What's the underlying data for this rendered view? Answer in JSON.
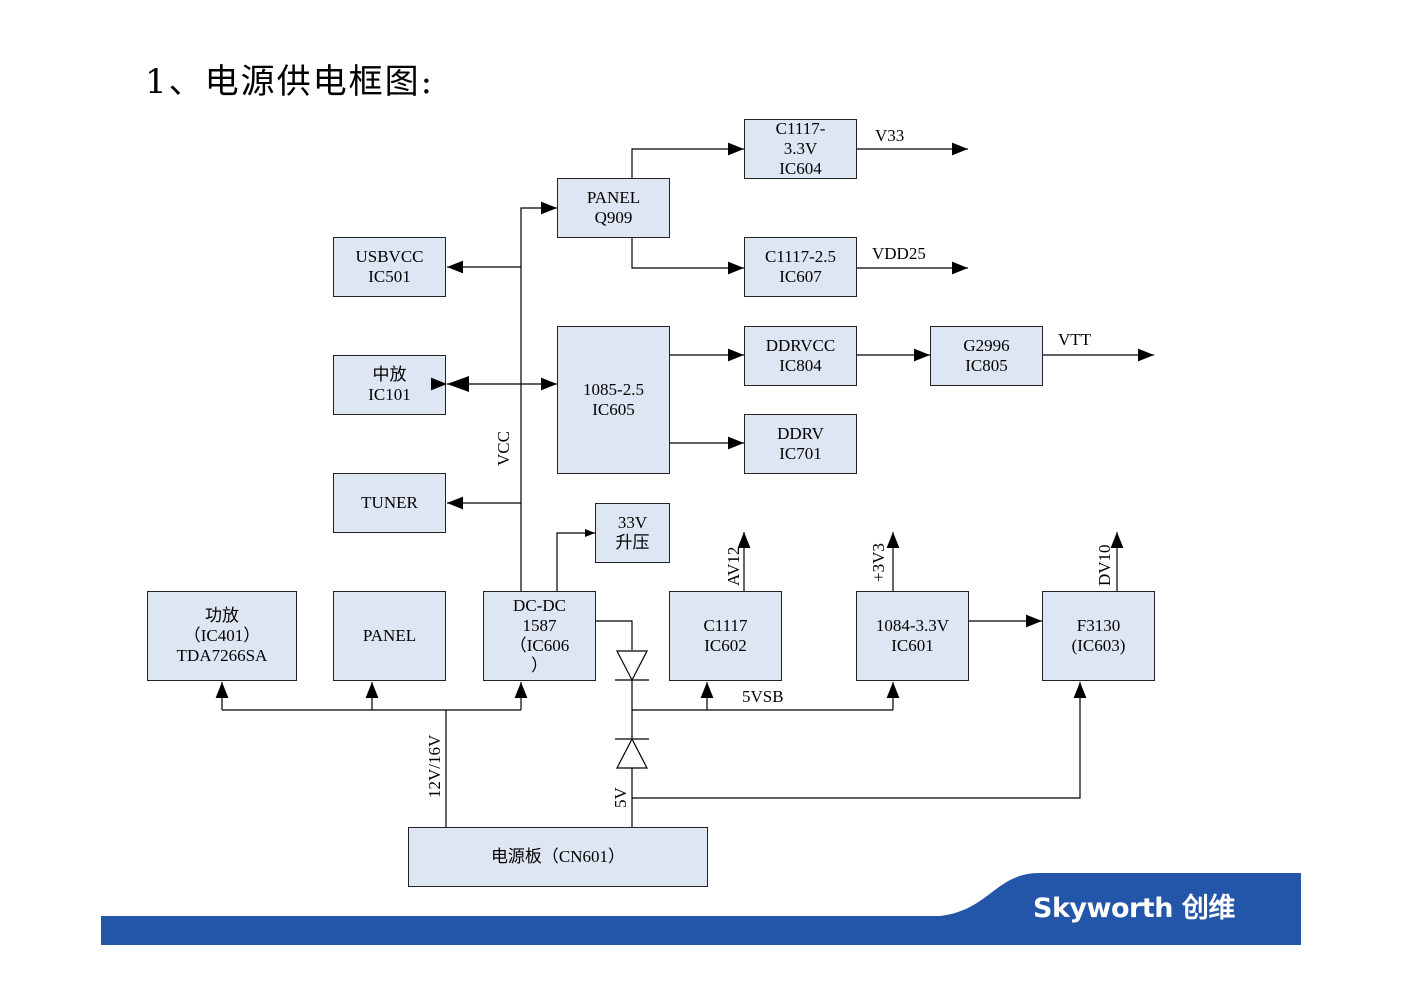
{
  "title": "1、电源供电框图:",
  "blocks": {
    "ic604": [
      "C1117-",
      "3.3V",
      "IC604"
    ],
    "ic607": [
      "C1117-2.5",
      "IC607"
    ],
    "q909": [
      "PANEL",
      "Q909"
    ],
    "ic501": [
      "USBVCC",
      "IC501"
    ],
    "ic101": [
      "中放",
      "IC101"
    ],
    "ic605": [
      "1085-2.5",
      "IC605"
    ],
    "ic804": [
      "DDRVCC",
      "IC804"
    ],
    "ic805": [
      "G2996",
      "IC805"
    ],
    "ic701": [
      "DDRV",
      "IC701"
    ],
    "tuner": [
      "TUNER"
    ],
    "boost": [
      "33V",
      "升压"
    ],
    "ic401": [
      "功放",
      "（IC401）",
      "TDA7266SA"
    ],
    "panel": [
      "PANEL"
    ],
    "ic606": [
      "DC-DC",
      "1587",
      "（IC606",
      "）"
    ],
    "ic602": [
      "C1117",
      "IC602"
    ],
    "ic601": [
      "1084-3.3V",
      "IC601"
    ],
    "ic603": [
      "F3130",
      "(IC603)"
    ],
    "cn601": [
      "电源板（CN601）"
    ]
  },
  "labels": {
    "v33": "V33",
    "vdd25": "VDD25",
    "vtt": "VTT",
    "vcc": "VCC",
    "av12": "AV12",
    "p3v3": "+3V3",
    "dv10": "DV10",
    "v5vsb": "5VSB",
    "v12_16": "12V/16V",
    "v5": "5V"
  },
  "brand": {
    "logo": "Skyworth 创维",
    "bar_color": "#2355a8"
  }
}
